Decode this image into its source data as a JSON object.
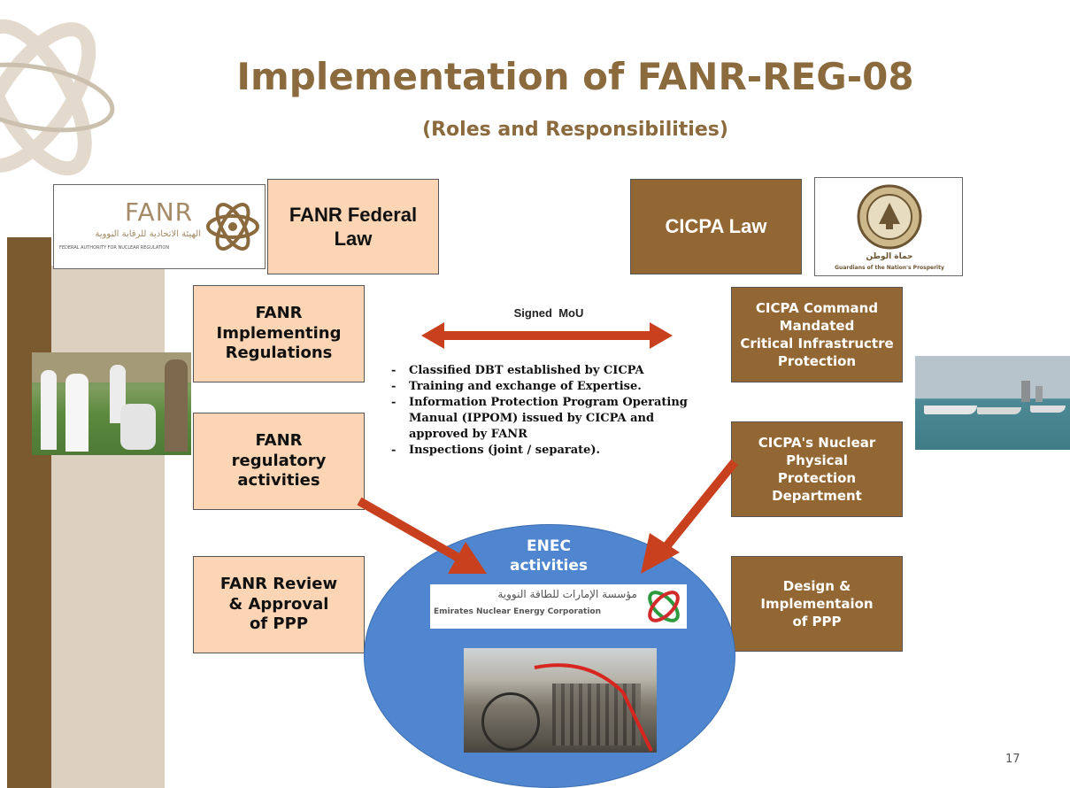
{
  "title": "Implementation of FANR-REG-08",
  "subtitle": "(Roles and Responsibilities)",
  "fanr_logo": {
    "text": "FANR",
    "arabic": "الهيئة الاتحادية للرقابة النووية",
    "english": "FEDERAL AUTHORITY FOR NUCLEAR REGULATION"
  },
  "cicpa_logo": {
    "arabic": "حماة الوطن",
    "english": "Guardians of the Nation's Prosperity"
  },
  "boxes": {
    "fanr_law": "FANR Federal\nLaw",
    "cicpa_law": "CICPA Law",
    "fanr_regs": "FANR\nImplementing\nRegulations",
    "fanr_activities": "FANR\nregulatory\nactivities",
    "fanr_review": "FANR Review\n& Approval\nof PPP",
    "cicpa_command": "CICPA Command\nMandated\nCritical Infrastructre\nProtection",
    "cicpa_nuclear": "CICPA's Nuclear\nPhysical\nProtection\nDepartment",
    "design": "Design &\nImplementaion\nof PPP"
  },
  "mou_label": "Signed  MoU",
  "bullets": [
    "Classified DBT established by CICPA",
    "Training and exchange of Expertise.",
    "Information Protection Program Operating Manual (IPPOM) issued by CICPA and approved by FANR",
    "Inspections (joint / separate)."
  ],
  "enec": {
    "label": "ENEC\nactivities",
    "arabic": "مؤسسة الإمارات للطاقة النووية",
    "english": "Emirates Nuclear Energy Corporation"
  },
  "page_number": "17",
  "colors": {
    "title": "#8b6a3e",
    "peach": "#fcd5b5",
    "brown": "#936733",
    "arrow": "#c8401e",
    "ellipse": "#4f86cf",
    "sidebar_dark": "#7a5a2e",
    "sidebar_light": "#dcd0c0"
  }
}
